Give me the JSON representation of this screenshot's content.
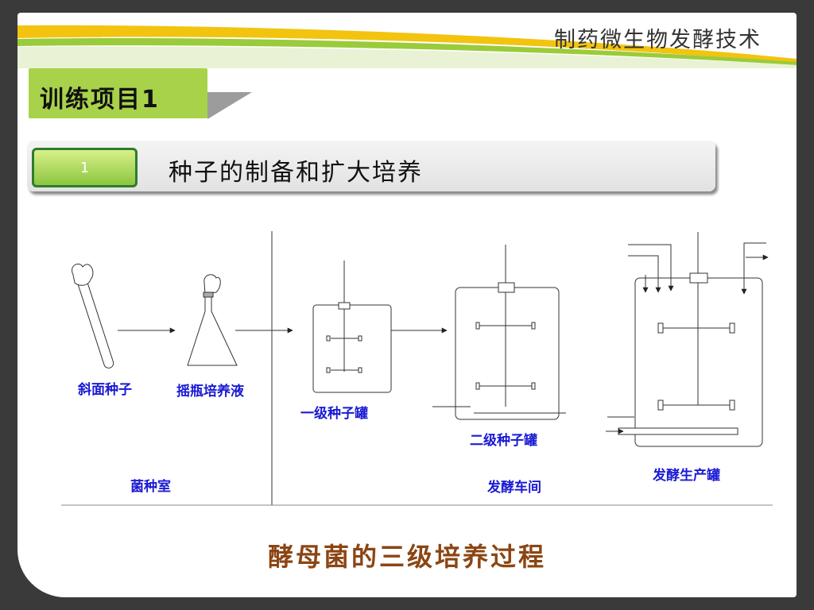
{
  "header": {
    "course_title": "制药微生物发酵技术"
  },
  "project_tab": {
    "label": "训练项目1"
  },
  "section": {
    "number": "1",
    "title": "种子的制备和扩大培养"
  },
  "diagram": {
    "labels": {
      "slant": "斜面种子",
      "shake_flask": "摇瓶培养液",
      "primary_tank": "一级种子罐",
      "secondary_tank": "二级种子罐",
      "production_tank": "发酵生产罐",
      "seed_room": "菌种室",
      "workshop": "发酵车间"
    }
  },
  "caption": "酵母菌的三级培养过程",
  "colors": {
    "accent_green": "#a8d24a",
    "label_blue": "#1a1ad4",
    "caption_brown": "#8b4513"
  }
}
